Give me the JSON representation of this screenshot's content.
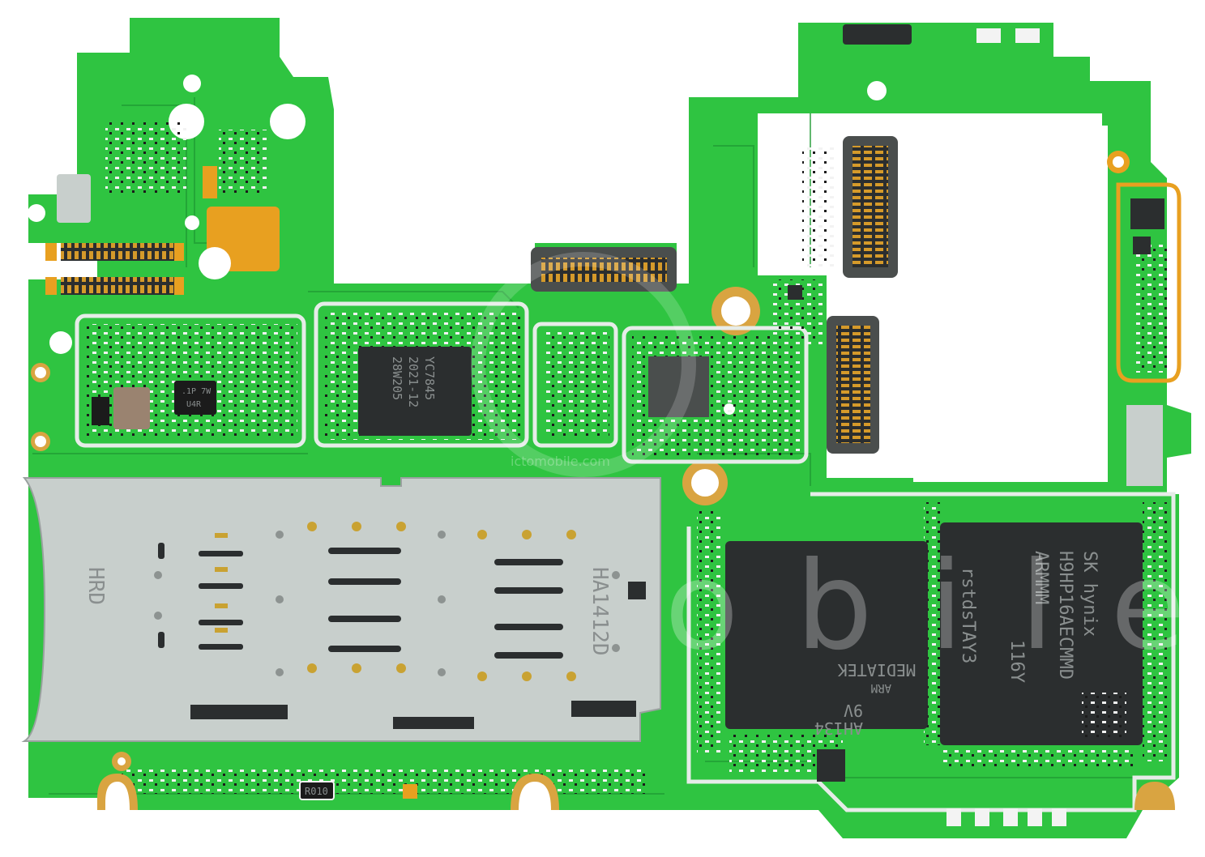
{
  "image": {
    "subject": "smartphone-logic-board",
    "colors": {
      "pcb": "#2fc441",
      "pcb_dark": "#1f9a33",
      "copper": "#e8a020",
      "shield": "#c8cfcc",
      "chip": "#2b2e2f",
      "white_bg": "#ffffff"
    }
  },
  "labels": {
    "soc": {
      "line1": "MEDIATEK",
      "line2": "ARM",
      "line3": "9V",
      "line4": "AH134"
    },
    "memory": {
      "line1": "SK hynix",
      "line2": "H9HP16AECMMD",
      "line3": "ARMMM",
      "line4": "116Y",
      "line5": "rstdsTAY3"
    },
    "pmic": {
      "line1": "YC7845",
      "line2": "2021-12",
      "line3": "28W205"
    },
    "small_chip": {
      "line1": ".1P 7W",
      "line2": "U4R"
    },
    "sim_tray": {
      "brand": "HRD",
      "code": "HA1412D"
    },
    "resistor": "R010",
    "watermark": {
      "url": "ictomobile.com",
      "word": "obile"
    }
  }
}
